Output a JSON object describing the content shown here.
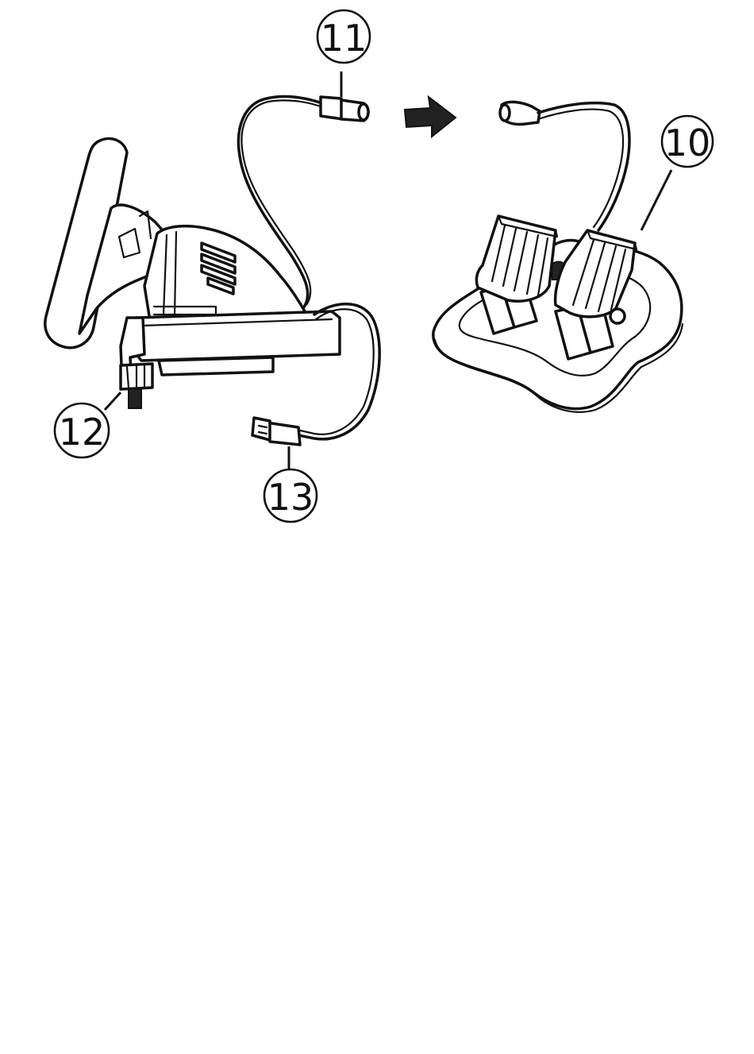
{
  "callouts": {
    "pedal_set": "10",
    "pedal_connector": "11",
    "clamp_screw": "12",
    "usb_connector": "13"
  }
}
